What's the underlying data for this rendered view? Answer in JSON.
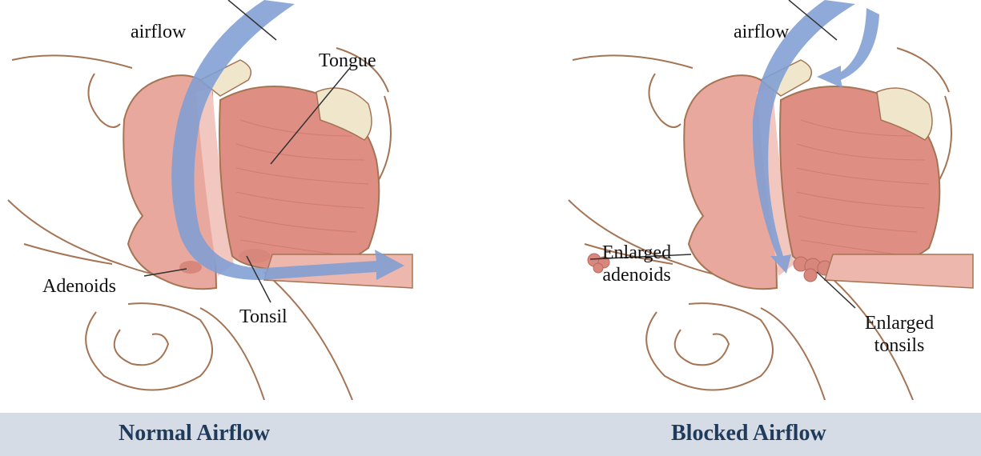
{
  "panels": {
    "normal": {
      "caption": "Normal Airflow",
      "labels": {
        "airflow": "airflow",
        "tongue": "Tongue",
        "adenoids": "Adenoids",
        "tonsil": "Tonsil"
      }
    },
    "blocked": {
      "caption": "Blocked Airflow",
      "labels": {
        "airflow": "airflow",
        "enlarged_adenoids_line1": "Enlarged",
        "enlarged_adenoids_line2": "adenoids",
        "enlarged_tonsils_line1": "Enlarged",
        "enlarged_tonsils_line2": "tonsils"
      }
    }
  },
  "colors": {
    "tissue": "#e9a89e",
    "tissue_dark": "#d7877c",
    "muscle": "#df8e84",
    "outline": "#a57454",
    "airflow_arrow": "#7f9ed4",
    "bone": "#efe6cc",
    "caption_bg": "#d5dce6",
    "caption_text": "#1f3a5a"
  }
}
